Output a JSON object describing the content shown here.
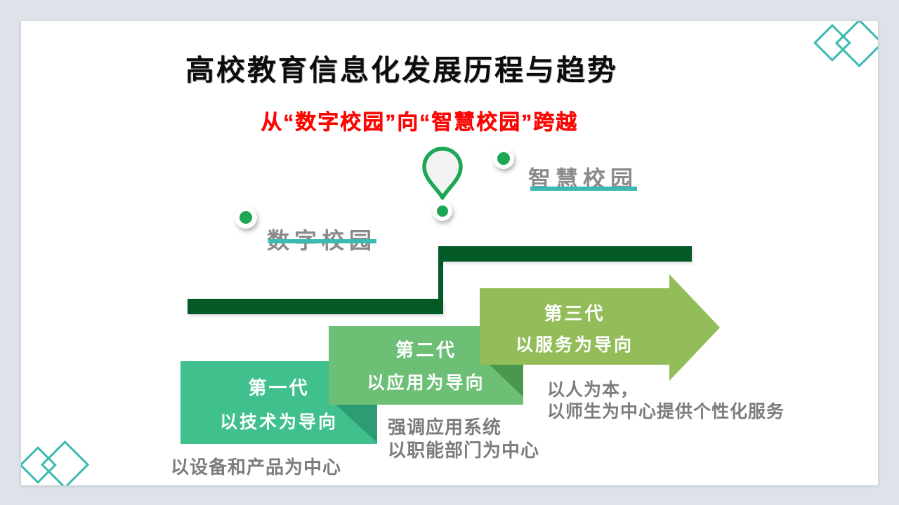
{
  "title": "高校教育信息化发展历程与趋势",
  "subtitle": "从“数字校园”向“智慧校园”跨越",
  "milestones": [
    {
      "label": "数字校园"
    },
    {
      "label": "智慧校园"
    }
  ],
  "generations": [
    {
      "name": "第一代",
      "focus": "以技术为导向",
      "captions": [
        "以设备和产品为中心"
      ],
      "color": "#3fc08d"
    },
    {
      "name": "第二代",
      "focus": "以应用为导向",
      "captions": [
        "强调应用系统",
        "以职能部门为中心"
      ],
      "color": "#6cbf74"
    },
    {
      "name": "第三代",
      "focus": "以服务为导向",
      "captions": [
        "以人为本，",
        "以师生为中心提供个性化服务"
      ],
      "color": "#93bd58"
    }
  ],
  "colors": {
    "accent_teal": "#3cb9b2",
    "marker_green": "#1ba753",
    "step_dark_green": "#045a26",
    "subtitle_red": "#fb0703",
    "label_gray": "#8a8a8a",
    "caption_gray": "#7c7c7c"
  }
}
